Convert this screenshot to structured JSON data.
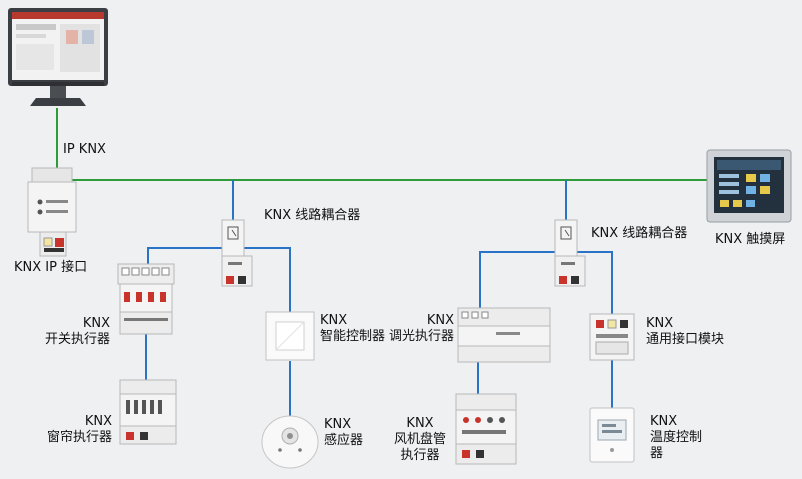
{
  "colors": {
    "backbone_line": "#2e9b3a",
    "branch_line": "#2a74c8",
    "background": "#eef0f2",
    "device_body": "#f4f4f4",
    "terminal_red": "#c8332b"
  },
  "labels": {
    "ip_knx": "IP KNX",
    "ip_interface": "KNX IP 接口",
    "line_coupler_left": "KNX 线路耦合器",
    "line_coupler_right": "KNX 线路耦合器",
    "touch_screen": "KNX 触摸屏",
    "switch_actuator": [
      "KNX",
      "开关执行器"
    ],
    "blind_actuator": [
      "KNX",
      "窗帘执行器"
    ],
    "smart_controller": [
      "KNX",
      "智能控制器"
    ],
    "sensor": [
      "KNX",
      "感应器"
    ],
    "dimming_actuator": [
      "KNX",
      "调光执行器"
    ],
    "fancoil_actuator": [
      "KNX",
      "风机盘管",
      "执行器"
    ],
    "universal_interface": [
      "KNX",
      "通用接口模块"
    ],
    "thermostat": [
      "KNX",
      "温度控制",
      "器"
    ]
  },
  "icons": {
    "monitor": "computer-monitor-icon",
    "ip_interface": "din-rail-ip-interface-icon",
    "line_coupler": "din-rail-line-coupler-icon",
    "touch_screen": "touch-panel-icon",
    "switch_actuator": "din-rail-switch-actuator-icon",
    "blind_actuator": "din-rail-blind-actuator-icon",
    "smart_controller": "wall-push-button-icon",
    "sensor": "ceiling-presence-sensor-icon",
    "dimming_actuator": "din-rail-dimming-actuator-icon",
    "fancoil_actuator": "din-rail-fancoil-actuator-icon",
    "universal_interface": "universal-interface-module-icon",
    "thermostat": "room-thermostat-icon"
  }
}
